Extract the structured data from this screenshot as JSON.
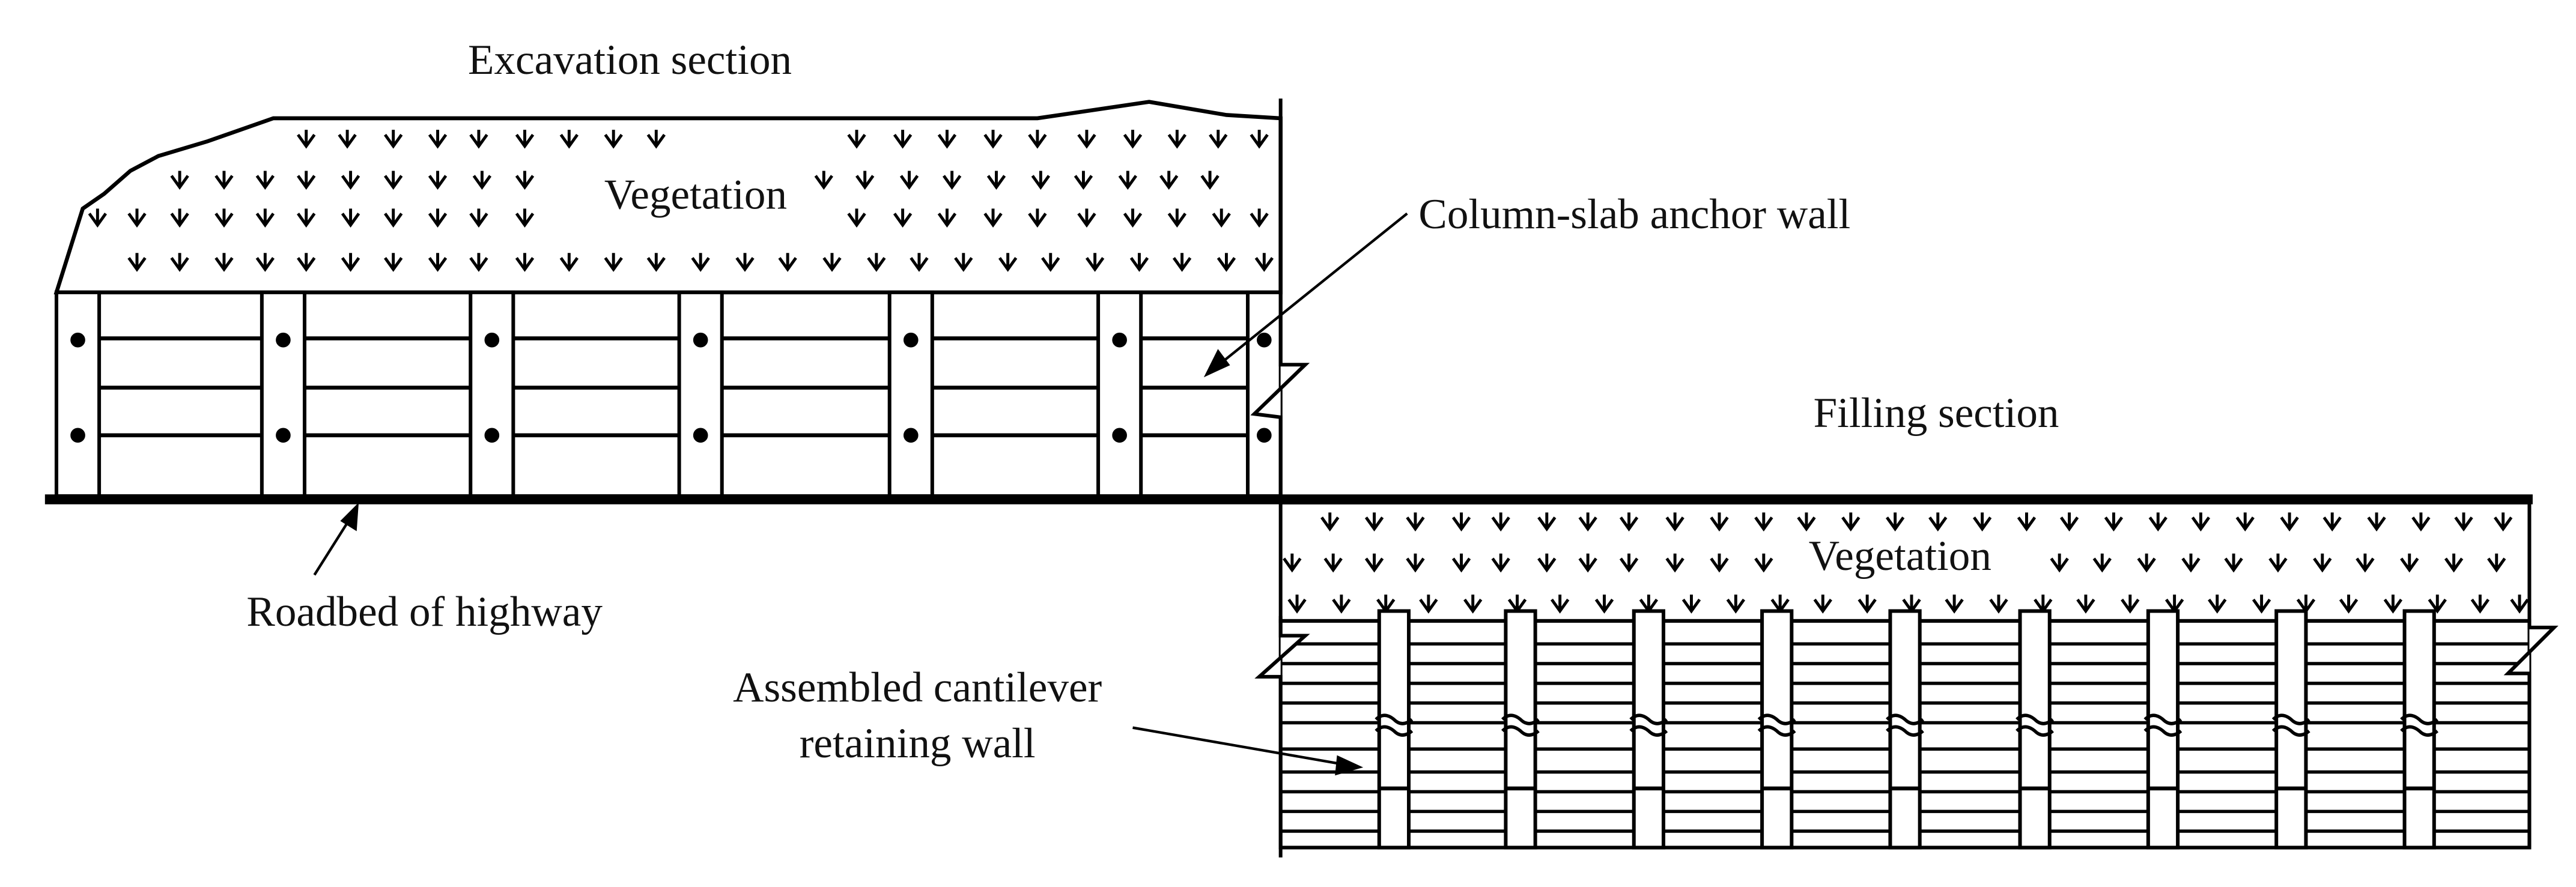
{
  "labels": {
    "excavation_section": "Excavation section",
    "filling_section": "Filling section",
    "vegetation_top": "Vegetation",
    "vegetation_bottom": "Vegetation",
    "column_slab_anchor_wall": "Column-slab anchor wall",
    "roadbed_of_highway": "Roadbed of highway",
    "cantilever_wall_line1": "Assembled cantilever",
    "cantilever_wall_line2": "retaining wall"
  },
  "colors": {
    "stroke": "#000000",
    "background": "#ffffff"
  },
  "icons": {
    "vegetation_mark": "grass-tuft-icon"
  }
}
